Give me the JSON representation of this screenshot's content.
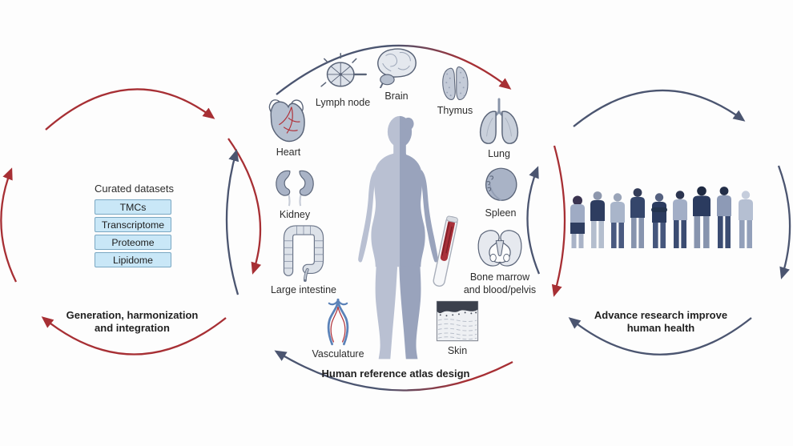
{
  "figure": {
    "type": "cyclic-process-diagram",
    "palette": {
      "red_arrow": "#a72f34",
      "slate_arrow": "#4b5570",
      "dataset_box_fill": "#c9e7f7",
      "dataset_box_border": "#79a7c2",
      "body_left_half": "#b9c0d2",
      "body_right_half": "#99a3bc",
      "label_text": "#2d2d2d"
    }
  },
  "left_panel": {
    "title": "Curated datasets",
    "datasets": [
      "TMCs",
      "Transcriptome",
      "Proteome",
      "Lipidome"
    ],
    "caption": {
      "line1": "Generation, harmonization",
      "line2": "and integration"
    }
  },
  "center_panel": {
    "caption": "Human reference atlas design",
    "organs": [
      {
        "id": "lymph-node",
        "label": "Lymph node"
      },
      {
        "id": "brain",
        "label": "Brain"
      },
      {
        "id": "thymus",
        "label": "Thymus"
      },
      {
        "id": "heart",
        "label": "Heart"
      },
      {
        "id": "lung",
        "label": "Lung"
      },
      {
        "id": "kidney",
        "label": "Kidney"
      },
      {
        "id": "spleen",
        "label": "Spleen"
      },
      {
        "id": "large-intestine",
        "label": "Large intestine"
      },
      {
        "id": "bone-marrow-blood-pelvis",
        "label": "Bone marrow and blood/pelvis",
        "label_line1": "Bone marrow",
        "label_line2": "and blood/pelvis"
      },
      {
        "id": "vasculature",
        "label": "Vasculature"
      },
      {
        "id": "skin",
        "label": "Skin"
      }
    ]
  },
  "right_panel": {
    "caption": {
      "line1": "Advance research improve",
      "line2": "human health"
    }
  }
}
